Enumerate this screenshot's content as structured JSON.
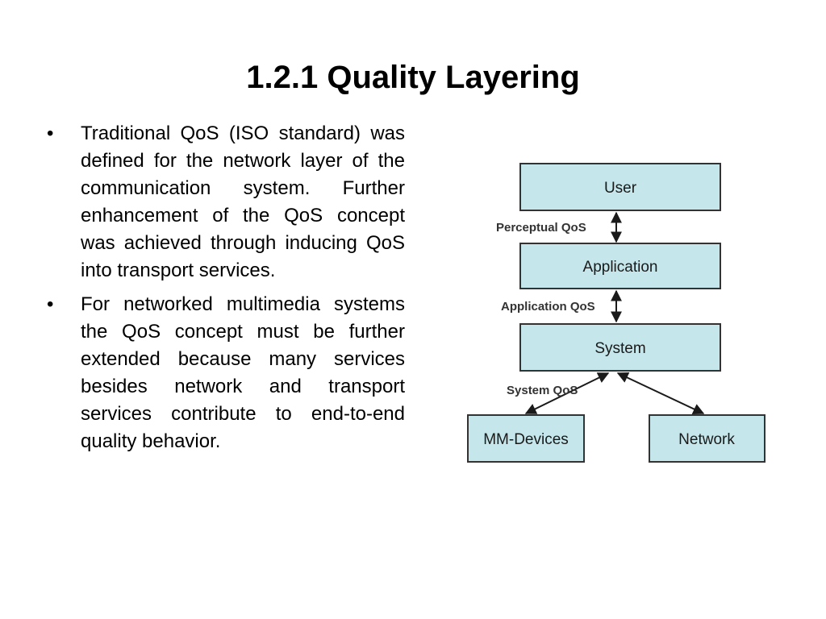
{
  "slide": {
    "title": "1.2.1 Quality Layering",
    "bullets": [
      {
        "marker": "•",
        "text": "Traditional QoS (ISO standard) was defined for the network layer of the communication system. Further enhancement of the QoS concept was achieved through inducing QoS into transport services."
      },
      {
        "marker": "•",
        "text": "For networked multimedia systems the QoS concept must be further extended because many services besides network and transport services contribute to end-to-end quality behavior."
      }
    ]
  },
  "diagram": {
    "boxes": {
      "user": "User",
      "application": "Application",
      "system": "System",
      "mm_devices": "MM-Devices",
      "network": "Network"
    },
    "links": {
      "perceptual": "Perceptual QoS",
      "application": "Application QoS",
      "system": "System QoS"
    },
    "colors": {
      "box_fill": "#c5e6eb",
      "box_stroke": "#333333",
      "arrow": "#1a1a1a"
    }
  }
}
